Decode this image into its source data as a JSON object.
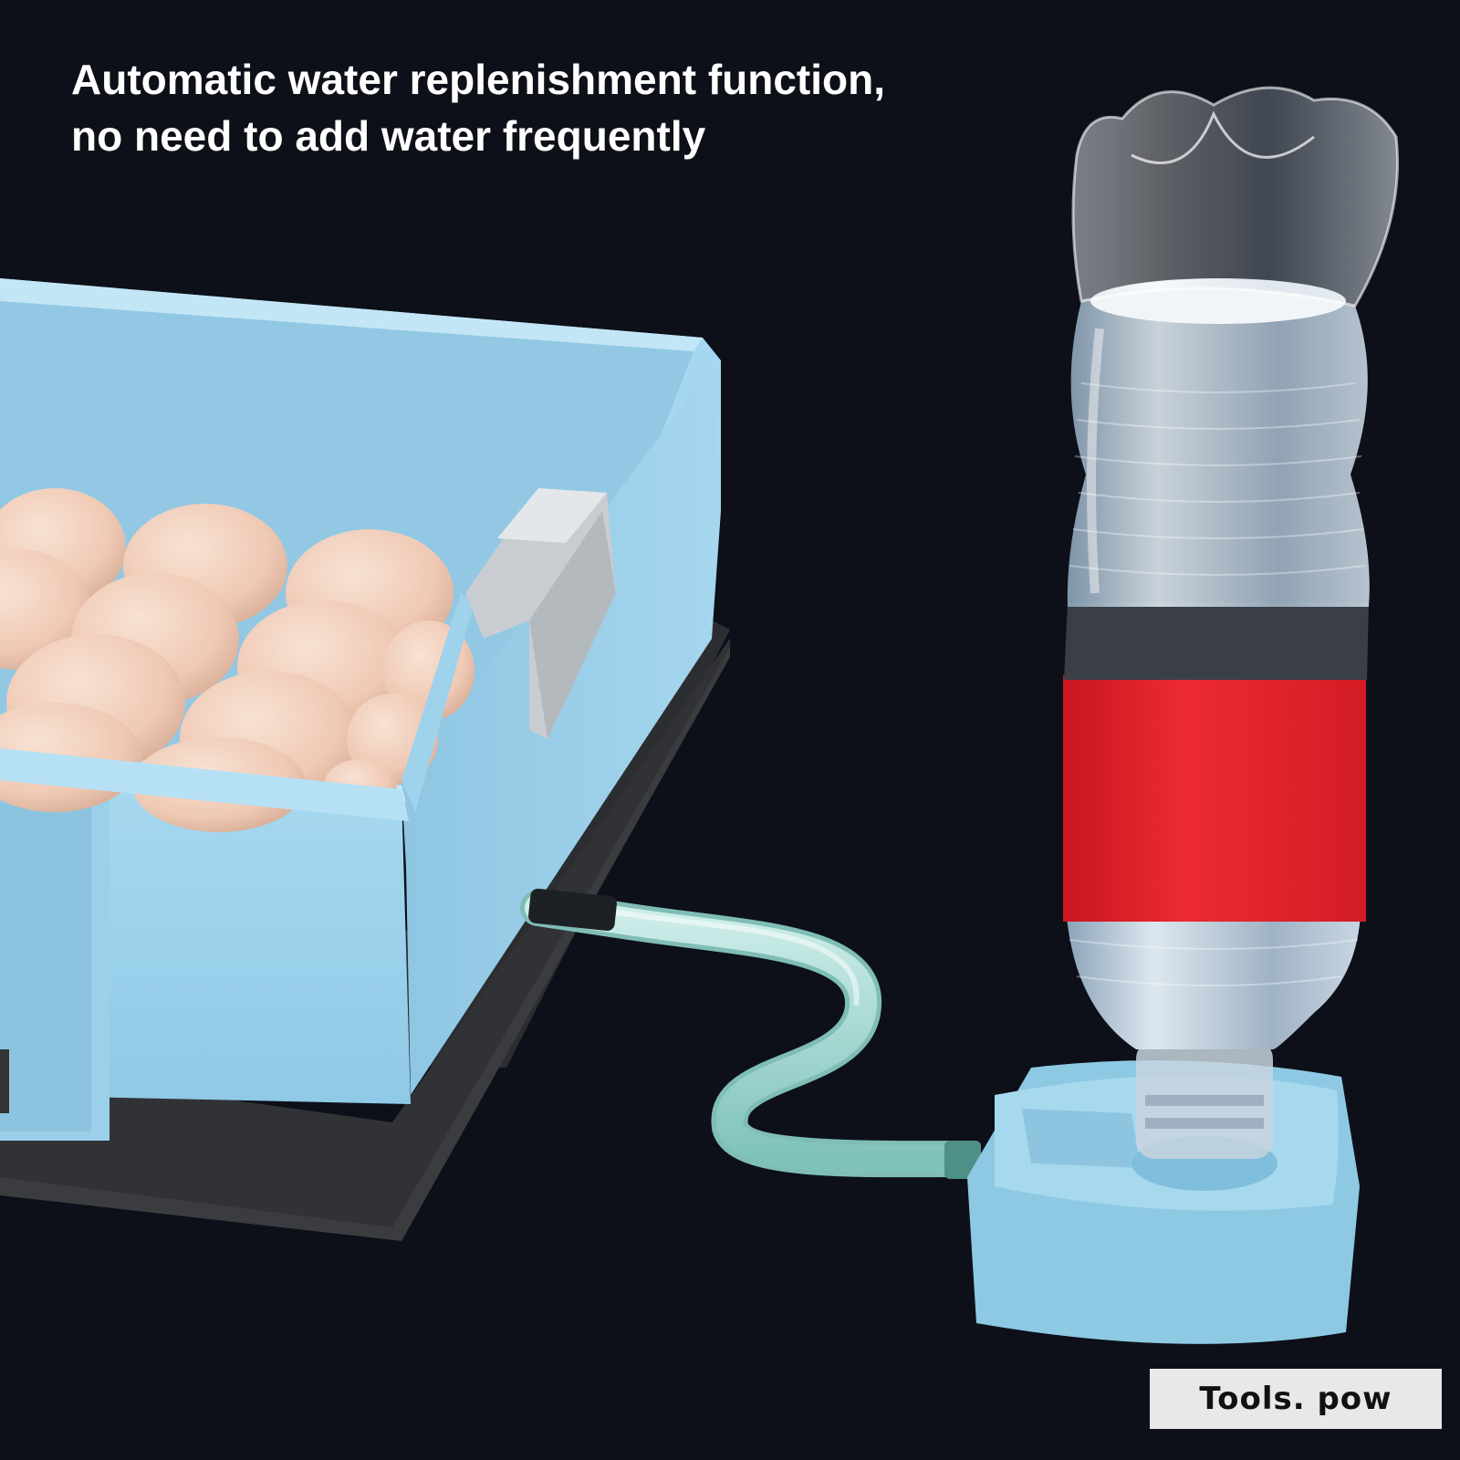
{
  "headline": {
    "line1": "Automatic water replenishment function,",
    "line2": "no need to add water frequently"
  },
  "watermark": "Tools. pow",
  "colors": {
    "background": "#0d1019",
    "incubator_blue": "#9fd3ec",
    "bottle_label_red": "#e5232b",
    "egg": "#f1cdb8",
    "base_dark": "#2e3033"
  }
}
